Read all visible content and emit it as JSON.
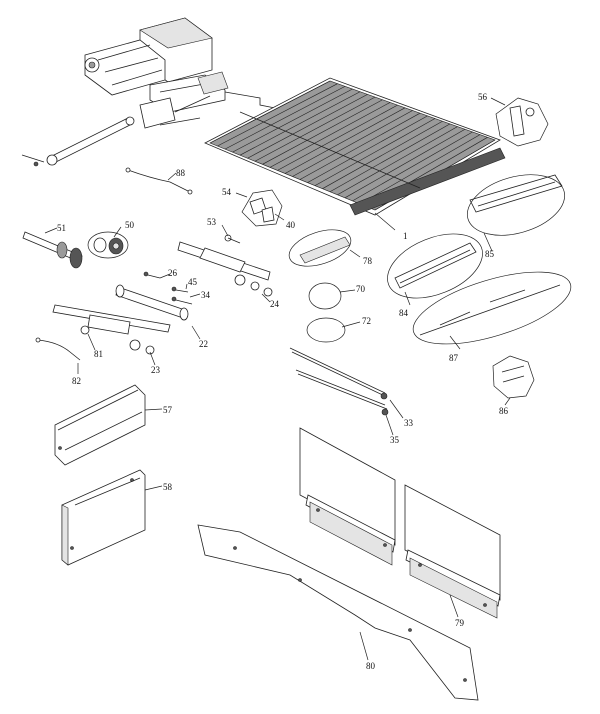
{
  "callouts": {
    "c1": "1",
    "c22": "22",
    "c23": "23",
    "c24": "24",
    "c26": "26",
    "c33": "33",
    "c34": "34",
    "c35": "35",
    "c40": "40",
    "c45": "45",
    "c50": "50",
    "c51": "51",
    "c53": "53",
    "c54": "54",
    "c56": "56",
    "c57": "57",
    "c58": "58",
    "c70": "70",
    "c72": "72",
    "c78": "78",
    "c79": "79",
    "c80": "80",
    "c81": "81",
    "c82": "82",
    "c84": "84",
    "c85": "85",
    "c86": "86",
    "c87": "87",
    "c88": "88"
  },
  "colors": {
    "line": "#222222",
    "fill_dark": "#555555",
    "fill_mid": "#9a9a9a",
    "fill_light": "#e4e4e4",
    "background": "#ffffff"
  }
}
